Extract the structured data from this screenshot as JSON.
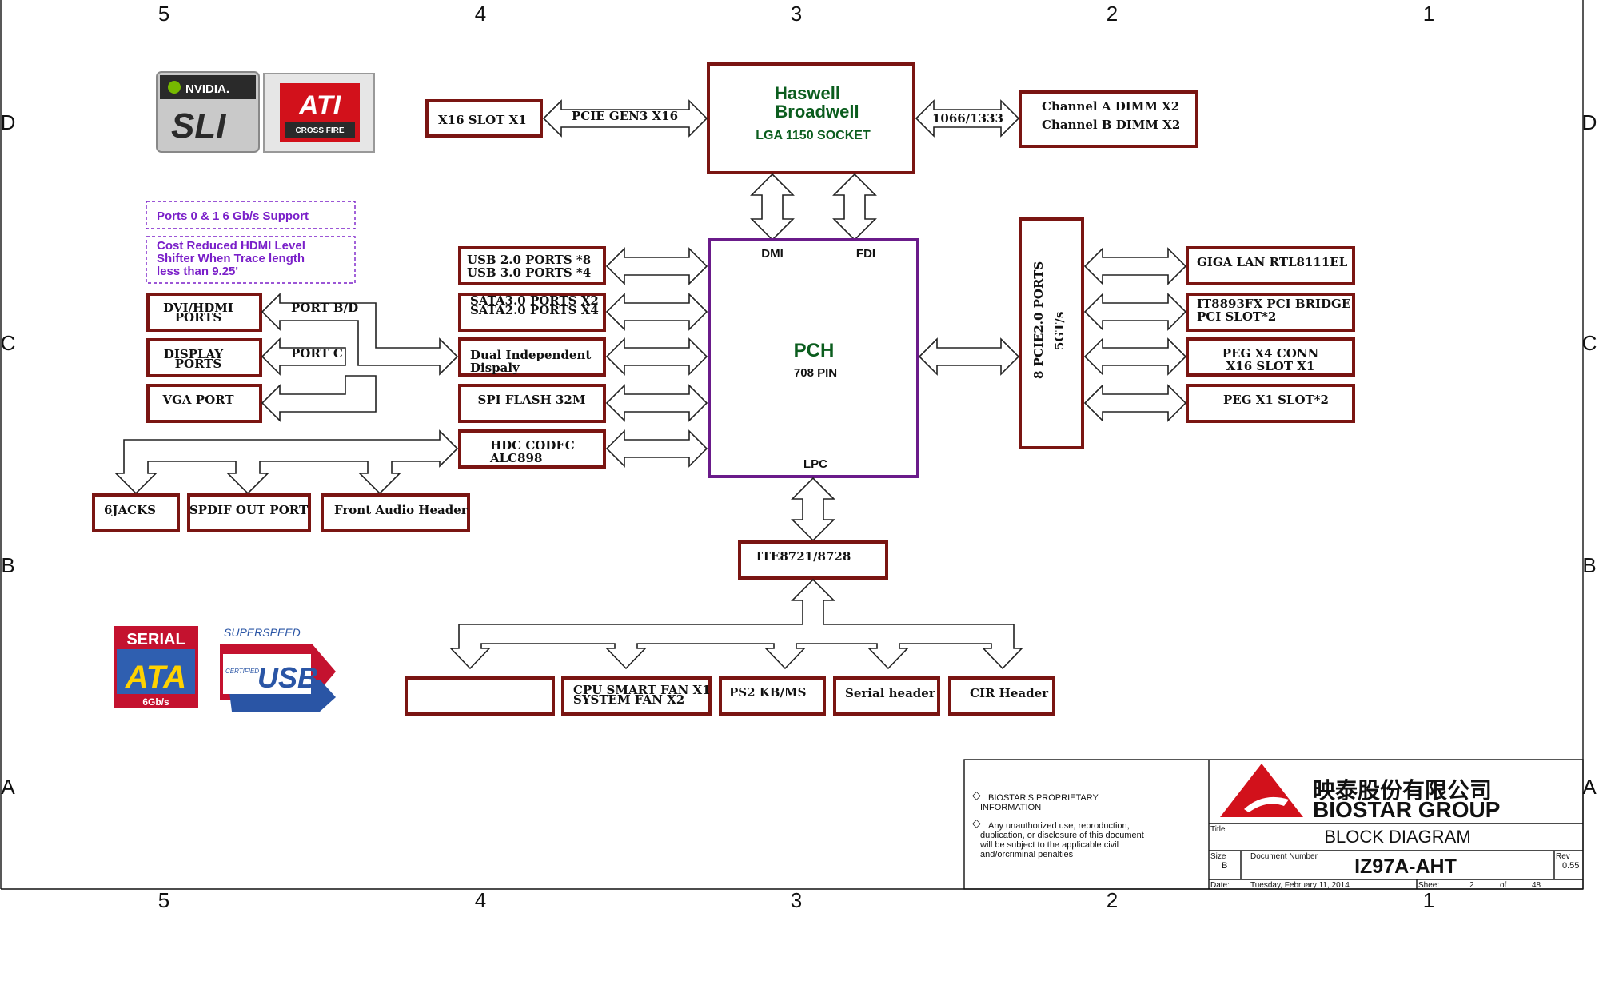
{
  "border": {
    "columns_top": [
      "5",
      "4",
      "3",
      "2",
      "1"
    ],
    "columns_bottom": [
      "5",
      "4",
      "3",
      "2",
      "1"
    ],
    "rows_left": [
      "D",
      "C",
      "B",
      "A"
    ],
    "rows_right": [
      "D",
      "C",
      "B",
      "A"
    ]
  },
  "logos": {
    "nvidia": "NVIDIA.",
    "sli": "SLI",
    "ati": "ATI",
    "crossfire": "CROSS FIRE",
    "sata_serial": "SERIAL",
    "sata_ata": "ATA",
    "sata_speed": "6Gb/s",
    "usb_superspeed": "SUPERSPEED",
    "usb_certified": "CERTIFIED",
    "usb": "USB"
  },
  "notes": {
    "ports": "Ports 0 & 1 6 Gb/s Support",
    "hdmi_line1": "Cost Reduced HDMI Level",
    "hdmi_line2": "Shifter When Trace length",
    "hdmi_line3": "less than 9.25'"
  },
  "cpu": {
    "line1": "Haswell",
    "line2": "Broadwell",
    "socket": "LGA 1150 SOCKET"
  },
  "x16_slot": "X16 SLOT X1",
  "pcie_gen3": "PCIE GEN3 X16",
  "mem_speed": "1066/1333",
  "dimm": {
    "a": "Channel A DIMM X2",
    "b": "Channel B DIMM X2"
  },
  "pch": {
    "title": "PCH",
    "pins": "708 PIN",
    "dmi": "DMI",
    "fdi": "FDI",
    "lpc": "LPC"
  },
  "left_blocks": {
    "usb_line1": "USB 2.0 PORTS *8",
    "usb_line2": "USB 3.0 PORTS *4",
    "sata_line1": "SATA3.0 PORTS X2",
    "sata_line2": "SATA2.0 PORTS X4",
    "display_line1": "Dual Independent",
    "display_line2": "Dispaly",
    "spi": "SPI FLASH 32M",
    "hdc_line1": "HDC CODEC",
    "hdc_line2": "ALC898"
  },
  "video": {
    "dvi_line1": "DVI/HDMI",
    "dvi_line2": "PORTS",
    "dp_line1": "DISPLAY",
    "dp_line2": "PORTS",
    "vga": "VGA PORT",
    "port_bd": "PORT B/D",
    "port_c": "PORT C"
  },
  "audio": {
    "jacks": "6JACKS",
    "spdif": "SPDIF OUT PORT",
    "front": "Front Audio Header"
  },
  "pcie_hub": {
    "line1": "8 PCIE2.0 PORTS",
    "line2": "5GT/s"
  },
  "right_blocks": {
    "lan": "GIGA LAN RTL8111EL",
    "bridge_line1": "IT8893FX PCI BRIDGE",
    "bridge_line2": "PCI SLOT*2",
    "peg4_line1": "PEG X4 CONN",
    "peg4_line2": "X16 SLOT X1",
    "peg1": "PEG X1 SLOT*2"
  },
  "superio": "ITE8721/8728",
  "bottom_blocks": {
    "empty": "",
    "fan_line1": "CPU SMART FAN X1",
    "fan_line2": "SYSTEM FAN X2",
    "ps2": "PS2 KB/MS",
    "serial": "Serial header",
    "cir": "CIR Header"
  },
  "title_block": {
    "prop_line1": "BIOSTAR'S PROPRIETARY",
    "prop_line2": "INFORMATION",
    "warn_line1": "Any unauthorized use, reproduction,",
    "warn_line2": "duplication, or disclosure of this document",
    "warn_line3": "will be subject to the applicable civil",
    "warn_line4": "and/orcriminal penalties",
    "company_cn": "映泰股份有限公司",
    "company_en": "BIOSTAR GROUP",
    "title_label": "Title",
    "title": "BLOCK DIAGRAM",
    "size_label": "Size",
    "size": "B",
    "docnum_label": "Document Number",
    "docnum": "IZ97A-AHT",
    "rev_label": "Rev",
    "rev": "0.55",
    "date_label": "Date:",
    "date": "Tuesday, February 11, 2014",
    "sheet_label": "Sheet",
    "sheet": "2",
    "of_label": "of",
    "total": "48"
  },
  "colors": {
    "box_border": "#7a1512",
    "pch_border": "#6a1b8a",
    "cpu_text": "#0b5d1e",
    "note_text": "#7a1fc9"
  }
}
